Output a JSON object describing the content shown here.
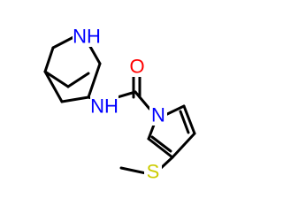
{
  "molecule": {
    "atom_labels": {
      "amine_nh": "NH",
      "amide_nh": "NH",
      "carbonyl_o": "O",
      "pyrrole_n": "N",
      "thioether_s": "S"
    },
    "colors": {
      "nitrogen": "#0000ff",
      "oxygen": "#ff0000",
      "sulfur": "#cccc00",
      "bond": "#000000"
    }
  }
}
